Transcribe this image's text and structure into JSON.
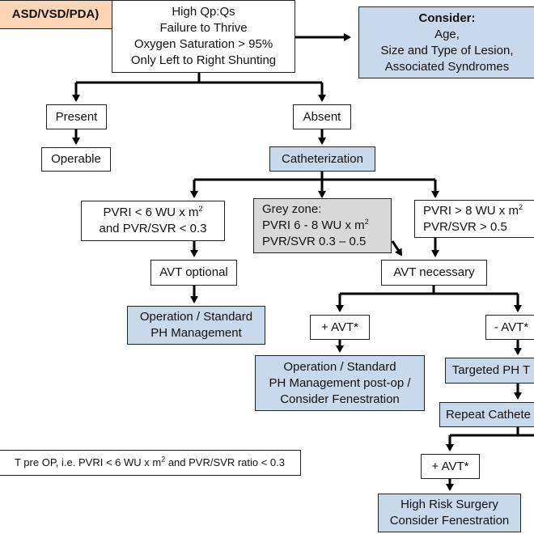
{
  "top_left_label": "ASD/VSD/PDA)",
  "criteria": {
    "lines": [
      "High Qp:Qs",
      "Failure to Thrive",
      "Oxygen Saturation > 95%",
      "Only Left to Right Shunting"
    ]
  },
  "consider": {
    "title": "Consider:",
    "lines": [
      "Age,",
      "Size and Type of Lesion,",
      "Associated Syndromes"
    ]
  },
  "present": "Present",
  "absent": "Absent",
  "operable": "Operable",
  "catheterization": "Catheterization",
  "low_pvri": {
    "line1_pre": "PVRI < 6 WU x m",
    "line1_sup": "2",
    "line2": "and PVR/SVR < 0.3"
  },
  "grey_zone": {
    "title": "Grey zone:",
    "line1_pre": "PVRI 6 - 8 WU x m",
    "line1_sup": "2",
    "line2": "PVR/SVR 0.3 – 0.5"
  },
  "high_pvri": {
    "line1_pre": "PVRI > 8 WU x m",
    "line1_sup": "2",
    "line2": "PVR/SVR > 0.5"
  },
  "avt_optional": "AVT optional",
  "avt_necessary": "AVT necessary",
  "op_standard": [
    "Operation / Standard",
    "PH Management"
  ],
  "plus_avt": "+ AVT*",
  "minus_avt": "- AVT*",
  "op_postop": [
    "Operation / Standard",
    "PH Management post-op /",
    "Consider Fenestration"
  ],
  "targeted_ph": "Targeted PH T",
  "repeat_cath": "Repeat Cathete",
  "plus_avt_2": "+ AVT*",
  "high_risk": [
    "High Risk Surgery",
    "Consider Fenestration"
  ],
  "footnote": {
    "pre": "T pre OP, i.e. PVRI < 6 WU x m",
    "sup": "2",
    "post": " and PVR/SVR ratio < 0.3"
  },
  "colors": {
    "blue_box": "#c9d9ec",
    "grey_box": "#d9d9d9",
    "peach_box": "#fbd5b5",
    "line": "#000000"
  }
}
